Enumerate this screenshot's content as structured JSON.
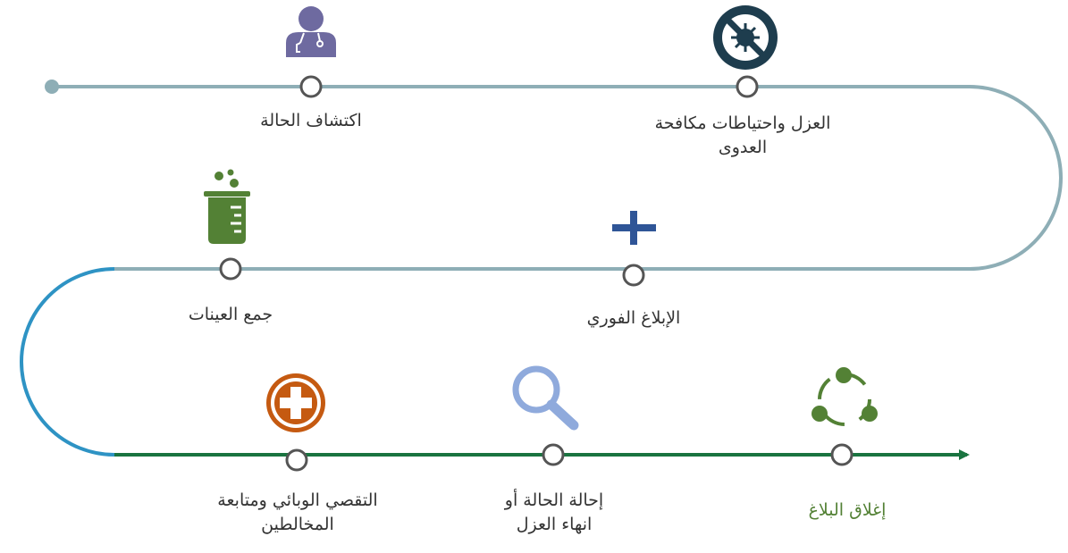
{
  "colors": {
    "upper_track": "#8eaeb6",
    "middle_curve": "#2e93c4",
    "lower_track": "#1a7440",
    "node_ring": "#555555",
    "label_text": "#333333",
    "final_label_text": "#538135",
    "doctor_icon": "#6e6aa0",
    "no_virus_icon": "#1e3d4e",
    "lab_icon": "#538135",
    "plus_icon": "#2f5597",
    "medical_cross_icon": "#c55a11",
    "magnifier_icon": "#8faadc",
    "cycle_icon": "#538135"
  },
  "steps": [
    {
      "id": "case-detection",
      "icon": "doctor-icon",
      "lines": [
        "اكتشاف الحالة"
      ]
    },
    {
      "id": "isolation",
      "icon": "no-virus-icon",
      "lines": [
        "العزل واحتياطات مكافحة",
        "العدوى"
      ]
    },
    {
      "id": "immediate-reporting",
      "icon": "plus-icon",
      "lines": [
        "الإبلاغ الفوري"
      ]
    },
    {
      "id": "sample-collection",
      "icon": "lab-beaker-icon",
      "lines": [
        "جمع العينات"
      ]
    },
    {
      "id": "epidemiological-investigation",
      "icon": "medical-cross-icon",
      "lines": [
        "التقصي الوبائي ومتابعة",
        "المخالطين"
      ]
    },
    {
      "id": "case-referral",
      "icon": "magnifier-icon",
      "lines": [
        "إحالة الحالة أو",
        "انهاء العزل"
      ]
    },
    {
      "id": "report-closure",
      "icon": "cycle-icon",
      "lines": [
        "إغلاق البلاغ"
      ]
    }
  ]
}
